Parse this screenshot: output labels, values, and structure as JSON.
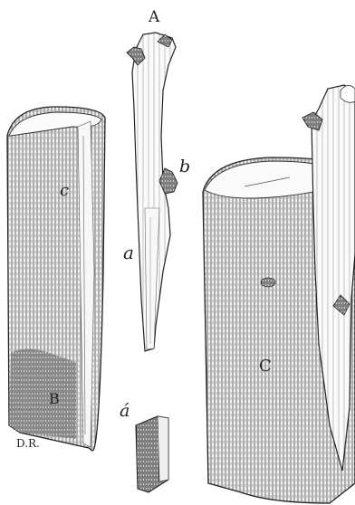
{
  "figure": {
    "labels": {
      "scion_top": "A",
      "scion_bud": "b",
      "scion_body": "a",
      "stock_left_cut": "c",
      "stock_left_base": "B",
      "signature": "D.R.",
      "wedge": "á",
      "stock_right": "C"
    }
  }
}
